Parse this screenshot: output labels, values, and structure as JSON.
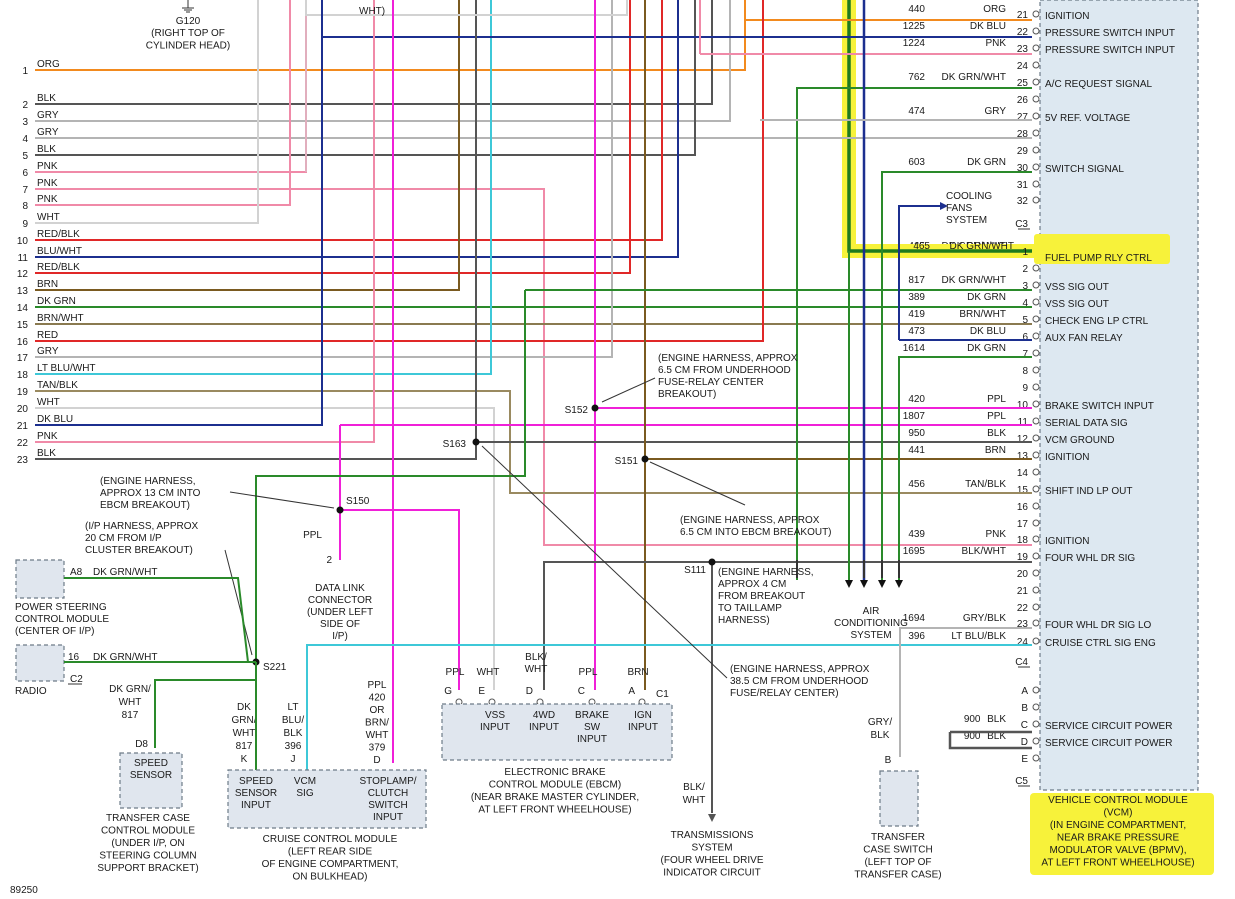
{
  "colors": {
    "org": "#f28a1e",
    "blk": "#555555",
    "gry": "#b4b4b4",
    "pnk": "#f08aa8",
    "wht": "#d2d2d2",
    "red": "#e02828",
    "blu": "#1c2f8f",
    "brn": "#7a5a20",
    "dkgrn": "#2a8a2a",
    "brnwht": "#8a7a50",
    "ltblu": "#3ec8d8",
    "tanblk": "#9a8a60",
    "ppl": "#f020d8",
    "highlight": "#f7f23a",
    "vcm_fill": "#dde8f1",
    "connector_fill": "#e0e6ee"
  },
  "ground": {
    "id": "G120",
    "lines": [
      "(RIGHT TOP OF",
      "CYLINDER HEAD)"
    ]
  },
  "top_label": "WHT)",
  "left_wires": [
    {
      "n": "1",
      "c": "ORG"
    },
    {
      "n": "2",
      "c": "BLK"
    },
    {
      "n": "3",
      "c": "GRY"
    },
    {
      "n": "4",
      "c": "GRY"
    },
    {
      "n": "5",
      "c": "BLK"
    },
    {
      "n": "6",
      "c": "PNK"
    },
    {
      "n": "7",
      "c": "PNK"
    },
    {
      "n": "8",
      "c": "PNK"
    },
    {
      "n": "9",
      "c": "WHT"
    },
    {
      "n": "10",
      "c": "RED/BLK"
    },
    {
      "n": "11",
      "c": "BLU/WHT"
    },
    {
      "n": "12",
      "c": "RED/BLK"
    },
    {
      "n": "13",
      "c": "BRN"
    },
    {
      "n": "14",
      "c": "DK GRN"
    },
    {
      "n": "15",
      "c": "BRN/WHT"
    },
    {
      "n": "16",
      "c": "RED"
    },
    {
      "n": "17",
      "c": "GRY"
    },
    {
      "n": "18",
      "c": "LT BLU/WHT"
    },
    {
      "n": "19",
      "c": "TAN/BLK"
    },
    {
      "n": "20",
      "c": "WHT"
    },
    {
      "n": "21",
      "c": "DK BLU"
    },
    {
      "n": "22",
      "c": "PNK"
    },
    {
      "n": "23",
      "c": "BLK"
    }
  ],
  "vcm_pins": [
    {
      "pin": "21",
      "ckt": "440",
      "c": "ORG",
      "label": "IGNITION"
    },
    {
      "pin": "22",
      "ckt": "1225",
      "c": "DK BLU",
      "label": "PRESSURE SWITCH INPUT"
    },
    {
      "pin": "23",
      "ckt": "1224",
      "c": "PNK",
      "label": "PRESSURE SWITCH INPUT"
    },
    {
      "pin": "24",
      "ckt": "",
      "c": "",
      "label": ""
    },
    {
      "pin": "25",
      "ckt": "762",
      "c": "DK GRN/WHT",
      "label": "A/C REQUEST SIGNAL"
    },
    {
      "pin": "26",
      "ckt": "",
      "c": "",
      "label": ""
    },
    {
      "pin": "27",
      "ckt": "474",
      "c": "GRY",
      "label": "5V REF. VOLTAGE"
    },
    {
      "pin": "28",
      "ckt": "",
      "c": "",
      "label": ""
    },
    {
      "pin": "29",
      "ckt": "",
      "c": "",
      "label": ""
    },
    {
      "pin": "30",
      "ckt": "603",
      "c": "DK GRN",
      "label": "SWITCH SIGNAL"
    },
    {
      "pin": "31",
      "ckt": "",
      "c": "",
      "label": ""
    },
    {
      "pin": "32",
      "ckt": "",
      "c": "",
      "label": ""
    },
    {
      "pin": "1",
      "ckt": "465",
      "c": "DK GRN/WHT",
      "label": "FUEL PUMP RLY CTRL"
    },
    {
      "pin": "2",
      "ckt": "",
      "c": "",
      "label": ""
    },
    {
      "pin": "3",
      "ckt": "817",
      "c": "DK GRN/WHT",
      "label": "VSS SIG OUT"
    },
    {
      "pin": "4",
      "ckt": "389",
      "c": "DK GRN",
      "label": "VSS SIG OUT"
    },
    {
      "pin": "5",
      "ckt": "419",
      "c": "BRN/WHT",
      "label": "CHECK ENG LP CTRL"
    },
    {
      "pin": "6",
      "ckt": "473",
      "c": "DK BLU",
      "label": "AUX FAN RELAY"
    },
    {
      "pin": "7",
      "ckt": "1614",
      "c": "DK GRN",
      "label": ""
    },
    {
      "pin": "8",
      "ckt": "",
      "c": "",
      "label": ""
    },
    {
      "pin": "9",
      "ckt": "",
      "c": "",
      "label": ""
    },
    {
      "pin": "10",
      "ckt": "420",
      "c": "PPL",
      "label": "BRAKE SWITCH INPUT"
    },
    {
      "pin": "11",
      "ckt": "1807",
      "c": "PPL",
      "label": "SERIAL DATA SIG"
    },
    {
      "pin": "12",
      "ckt": "950",
      "c": "BLK",
      "label": "VCM GROUND"
    },
    {
      "pin": "13",
      "ckt": "441",
      "c": "BRN",
      "label": "IGNITION"
    },
    {
      "pin": "14",
      "ckt": "",
      "c": "",
      "label": ""
    },
    {
      "pin": "15",
      "ckt": "456",
      "c": "TAN/BLK",
      "label": "SHIFT IND LP OUT"
    },
    {
      "pin": "16",
      "ckt": "",
      "c": "",
      "label": ""
    },
    {
      "pin": "17",
      "ckt": "",
      "c": "",
      "label": ""
    },
    {
      "pin": "18",
      "ckt": "439",
      "c": "PNK",
      "label": "IGNITION"
    },
    {
      "pin": "19",
      "ckt": "1695",
      "c": "BLK/WHT",
      "label": "FOUR WHL DR SIG"
    },
    {
      "pin": "20",
      "ckt": "",
      "c": "",
      "label": ""
    },
    {
      "pin": "21",
      "ckt": "",
      "c": "",
      "label": ""
    },
    {
      "pin": "22",
      "ckt": "",
      "c": "",
      "label": ""
    },
    {
      "pin": "23",
      "ckt": "1694",
      "c": "GRY/BLK",
      "label": "FOUR WHL DR SIG LO"
    },
    {
      "pin": "24",
      "ckt": "396",
      "c": "LT BLU/BLK",
      "label": "CRUISE CTRL SIG ENG"
    },
    {
      "pin": "A",
      "ckt": "",
      "c": "",
      "label": ""
    },
    {
      "pin": "B",
      "ckt": "",
      "c": "",
      "label": ""
    },
    {
      "pin": "C",
      "ckt": "900",
      "c": "BLK",
      "label": "SERVICE CIRCUIT POWER"
    },
    {
      "pin": "D",
      "ckt": "900",
      "c": "BLK",
      "label": "SERVICE CIRCUIT POWER"
    },
    {
      "pin": "E",
      "ckt": "",
      "c": "",
      "label": ""
    }
  ],
  "connector_ids": [
    "C3",
    "C4",
    "C5"
  ],
  "vcm_title": [
    "VEHICLE CONTROL MODULE",
    "(VCM)",
    "(IN ENGINE COMPARTMENT,",
    "NEAR BRAKE PRESSURE",
    "MODULATOR VALVE (BPMV),",
    "AT LEFT FRONT WHEELHOUSE)"
  ],
  "cooling": [
    "COOLING",
    "FANS",
    "SYSTEM"
  ],
  "ac": [
    "AIR",
    "CONDITIONING",
    "SYSTEM"
  ],
  "splices": {
    "s152": {
      "id": "S152",
      "note": [
        "(ENGINE HARNESS, APPROX",
        "6.5 CM FROM UNDERHOOD",
        "FUSE-RELAY CENTER",
        "BREAKOUT)"
      ]
    },
    "s163": {
      "id": "S163",
      "note": [
        "(ENGINE HARNESS, APPROX",
        "38.5 CM FROM UNDERHOOD",
        "FUSE/RELAY CENTER)"
      ]
    },
    "s151": {
      "id": "S151",
      "note": [
        "(ENGINE HARNESS, APPROX",
        "6.5 CM INTO EBCM BREAKOUT)"
      ]
    },
    "s150": {
      "id": "S150",
      "note": [
        "(ENGINE HARNESS,",
        "APPROX 13 CM INTO",
        "EBCM BREAKOUT)"
      ]
    },
    "s221": {
      "id": "S221",
      "note": [
        "(I/P HARNESS, APPROX",
        "20 CM FROM I/P",
        "CLUSTER BREAKOUT)"
      ]
    },
    "s111": {
      "id": "S111",
      "note": [
        "(ENGINE HARNESS,",
        "APPROX 4 CM",
        "FROM BREAKOUT",
        "TO TAILLAMP",
        "HARNESS)"
      ]
    }
  },
  "dlc": {
    "pin": "2",
    "wire": "PPL",
    "lines": [
      "DATA LINK",
      "CONNECTOR",
      "(UNDER LEFT",
      "SIDE OF",
      "I/P)"
    ]
  },
  "pscm": {
    "pin": "A8",
    "wire": "DK GRN/WHT",
    "lines": [
      "POWER STEERING",
      "CONTROL MODULE",
      "(CENTER OF I/P)"
    ]
  },
  "radio": {
    "pin": "16",
    "wire": "DK GRN/WHT",
    "conn": "C2",
    "label": "RADIO"
  },
  "tccm": {
    "wire": [
      "DK GRN/",
      "WHT",
      "817"
    ],
    "pin": "D8",
    "box": [
      "SPEED",
      "SENSOR"
    ],
    "lines": [
      "TRANSFER CASE",
      "CONTROL MODULE",
      "(UNDER I/P, ON",
      "STEERING COLUMN",
      "SUPPORT BRACKET)"
    ]
  },
  "ccm": {
    "w1": [
      "DK",
      "GRN/",
      "WHT",
      "817",
      "K"
    ],
    "w2": [
      "LT",
      "BLU/",
      "BLK",
      "396",
      "J"
    ],
    "w3": [
      "PPL",
      "420",
      "OR",
      "BRN/",
      "WHT",
      "379",
      "D"
    ],
    "inputs": [
      [
        "SPEED",
        "SENSOR",
        "INPUT"
      ],
      [
        "VCM",
        "SIG"
      ],
      [
        "STOPLAMP/",
        "CLUTCH",
        "SWITCH",
        "INPUT"
      ]
    ],
    "lines": [
      "CRUISE CONTROL MODULE",
      "(LEFT REAR SIDE",
      "OF ENGINE COMPARTMENT,",
      "ON BULKHEAD)"
    ]
  },
  "ebcm": {
    "wires": [
      {
        "c": [
          "PPL"
        ],
        "p": "G"
      },
      {
        "c": [
          "WHT"
        ],
        "p": "E"
      },
      {
        "c": [
          "BLK/",
          "WHT"
        ],
        "p": "D"
      },
      {
        "c": [
          "PPL"
        ],
        "p": "C"
      },
      {
        "c": [
          "BRN"
        ],
        "p": "A"
      }
    ],
    "conn": "C1",
    "inputs": [
      [
        "VSS",
        "INPUT"
      ],
      [
        "4WD",
        "INPUT"
      ],
      [
        "BRAKE",
        "SW",
        "INPUT"
      ],
      [
        "IGN",
        "INPUT"
      ]
    ],
    "lines": [
      "ELECTRONIC BRAKE",
      "CONTROL MODULE (EBCM)",
      "(NEAR BRAKE MASTER CYLINDER,",
      "AT LEFT FRONT WHEELHOUSE)"
    ]
  },
  "trans": {
    "wire": [
      "BLK/",
      "WHT"
    ],
    "lines": [
      "TRANSMISSIONS",
      "SYSTEM",
      "(FOUR WHEEL DRIVE",
      "INDICATOR CIRCUIT"
    ]
  },
  "tcs": {
    "wire": [
      "GRY/",
      "BLK"
    ],
    "pin": "B",
    "lines": [
      "TRANSFER",
      "CASE SWITCH",
      "(LEFT TOP OF",
      "TRANSFER CASE)"
    ]
  },
  "figure_id": "89250"
}
